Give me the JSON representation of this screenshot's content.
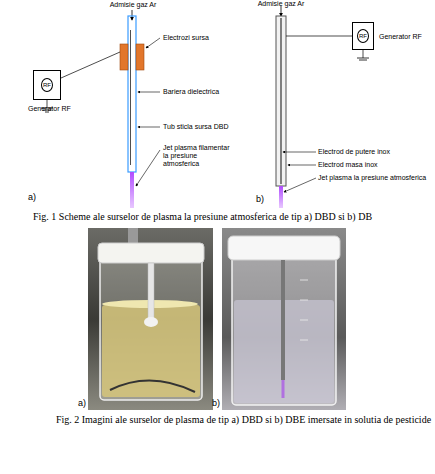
{
  "diagram": {
    "nodes": [
      {
        "text": [
          "RF",
          "Generator RF"
        ]
      },
      {
        "text": [
          "RF",
          "Generator RF"
        ]
      }
    ],
    "labels": [
      "Admisie gaz Ar",
      "Electrozi sursa",
      "Bariera dielectrica",
      "Tub sticla sursa DBD",
      "Jet plasma filamentar la presiune atmosferica",
      "a)",
      "Admisie gaz Ar",
      "Electrod de putere inox",
      "Electrod masa inox",
      "Jet plasma la presiune atmosferica",
      "b)",
      "a)",
      "b)",
      "Fig. 1 Scheme ale surselor de plasma la presiune atmosferica de tip a) DBD si b) DB",
      "Fig. 2 Imagini ale surselor de plasma de tip a) DBD si b) DBE imersate in solutia de pesticide"
    ]
  }
}
